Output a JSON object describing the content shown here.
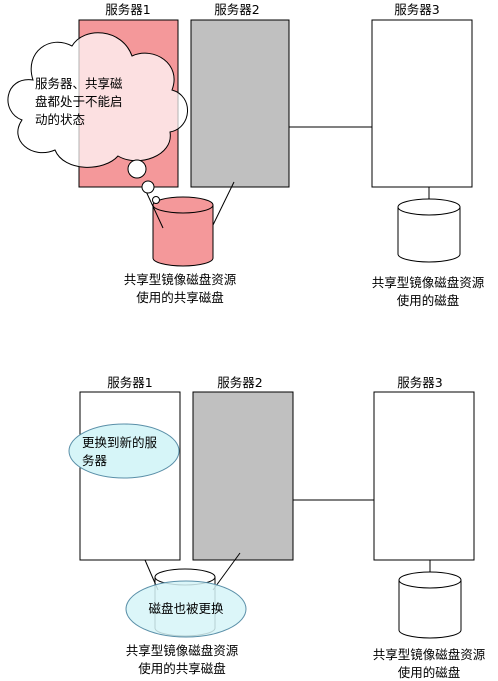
{
  "colors": {
    "stroke": "#000000",
    "failed_fill": "#f4989a",
    "gray_fill": "#c0c0c0",
    "bubble_fill": "#ffffff",
    "ellipse_fill": "#d6f5f8",
    "ellipse_stroke": "#5a8fa8"
  },
  "top": {
    "server1": "服务器1",
    "server2": "服务器2",
    "server3": "服务器3",
    "cloud_lines": [
      "服务器、共享磁",
      "盘都处于不能启",
      "动的状态"
    ],
    "disk_shared_lines": [
      "共享型镜像磁盘资源",
      "使用的共享磁盘"
    ],
    "disk_own_lines": [
      "共享型镜像磁盘资源",
      "使用的磁盘"
    ]
  },
  "bottom": {
    "server1": "服务器1",
    "server2": "服务器2",
    "server3": "服务器3",
    "replace_server_lines": [
      "更换到新的服",
      "务器"
    ],
    "replace_disk": "磁盘也被更换",
    "disk_shared_lines": [
      "共享型镜像磁盘资源",
      "使用的共享磁盘"
    ],
    "disk_own_lines": [
      "共享型镜像磁盘资源",
      "使用的磁盘"
    ]
  }
}
